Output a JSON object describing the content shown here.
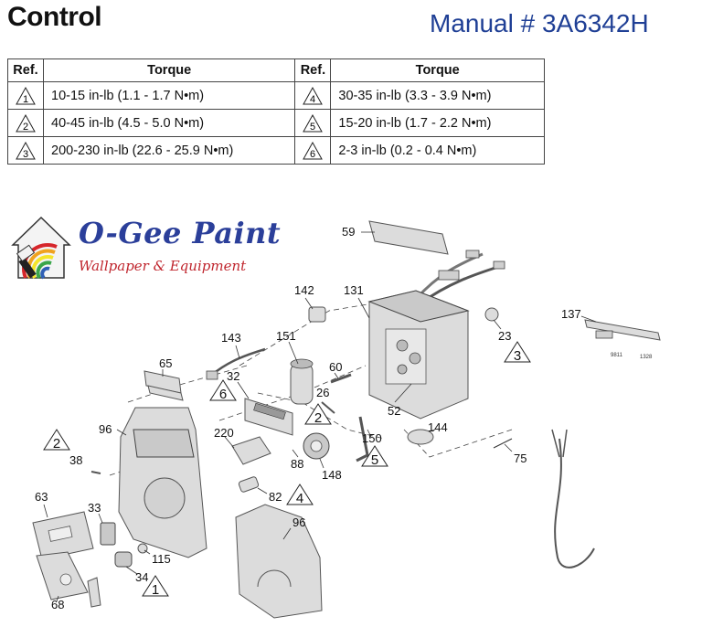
{
  "header": {
    "title": "Control",
    "manual": "Manual # 3A6342H"
  },
  "torque_table": {
    "headers": {
      "ref": "Ref.",
      "torque": "Torque"
    },
    "rows": [
      {
        "left_ref": "1",
        "left_value": "10-15 in-lb (1.1 - 1.7 N•m)",
        "right_ref": "4",
        "right_value": "30-35 in-lb (3.3 - 3.9 N•m)"
      },
      {
        "left_ref": "2",
        "left_value": "40-45 in-lb (4.5 - 5.0 N•m)",
        "right_ref": "5",
        "right_value": "15-20 in-lb (1.7 - 2.2 N•m)"
      },
      {
        "left_ref": "3",
        "left_value": "200-230 in-lb (22.6 - 25.9 N•m)",
        "right_ref": "6",
        "right_value": "2-3 in-lb (0.2 - 0.4 N•m)"
      }
    ]
  },
  "logo": {
    "name": "O-Gee Paint",
    "tagline": "Wallpaper & Equipment"
  },
  "callouts": {
    "p59": "59",
    "p142": "142",
    "p131": "131",
    "p137": "137",
    "p143": "143",
    "p151": "151",
    "p23": "23",
    "p65": "65",
    "p32": "32",
    "p60": "60",
    "p26": "26",
    "p52": "52",
    "p96a": "96",
    "p220": "220",
    "p144": "144",
    "p150": "150",
    "p75": "75",
    "p38": "38",
    "p88": "88",
    "p148": "148",
    "p82": "82",
    "p63": "63",
    "p33": "33",
    "p96b": "96",
    "p115": "115",
    "p34": "34",
    "p68": "68"
  },
  "torque_markers": {
    "t3": "3",
    "t6": "6",
    "t2a": "2",
    "t2b": "2",
    "t5": "5",
    "t4": "4",
    "t1": "1"
  },
  "bracket_codes": {
    "a": "9811",
    "b": "1328"
  }
}
